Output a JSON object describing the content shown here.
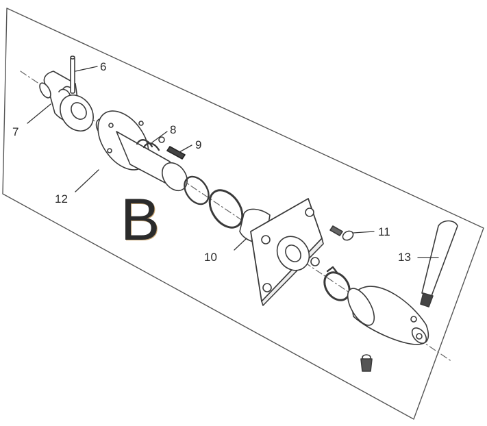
{
  "section_letter": "B",
  "callouts": {
    "p6": "6",
    "p7": "7",
    "p8": "8",
    "p9": "9",
    "p10": "10",
    "p11": "11",
    "p12": "12",
    "p13": "13"
  }
}
